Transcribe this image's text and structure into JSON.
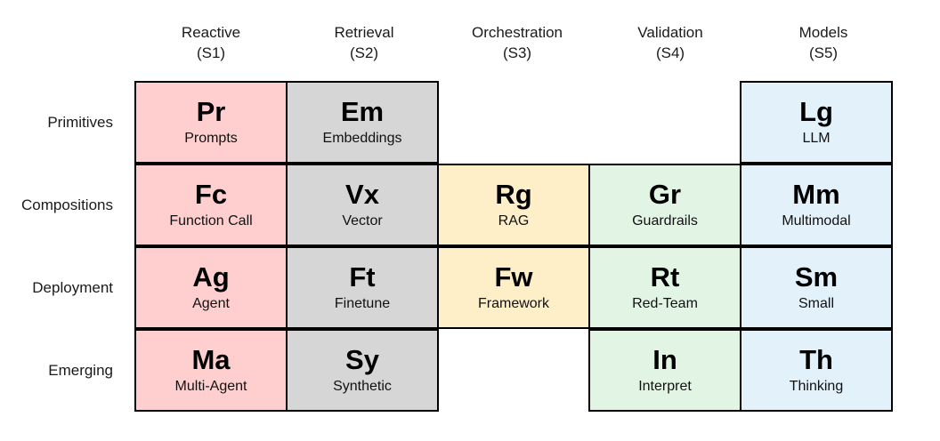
{
  "columns": [
    {
      "name": "Reactive",
      "code": "(S1)",
      "color": "#FFCFCF"
    },
    {
      "name": "Retrieval",
      "code": "(S2)",
      "color": "#D6D6D6"
    },
    {
      "name": "Orchestration",
      "code": "(S3)",
      "color": "#FFEFC9"
    },
    {
      "name": "Validation",
      "code": "(S4)",
      "color": "#E2F5E4"
    },
    {
      "name": "Models",
      "code": "(S5)",
      "color": "#E3F1FB"
    }
  ],
  "rows": [
    {
      "label": "Primitives"
    },
    {
      "label": "Compositions"
    },
    {
      "label": "Deployment"
    },
    {
      "label": "Emerging"
    }
  ],
  "cells": {
    "r0c0": {
      "symbol": "Pr",
      "name": "Prompts"
    },
    "r0c1": {
      "symbol": "Em",
      "name": "Embeddings"
    },
    "r0c2": {
      "symbol": "",
      "name": ""
    },
    "r0c3": {
      "symbol": "",
      "name": ""
    },
    "r0c4": {
      "symbol": "Lg",
      "name": "LLM"
    },
    "r1c0": {
      "symbol": "Fc",
      "name": "Function Call"
    },
    "r1c1": {
      "symbol": "Vx",
      "name": "Vector"
    },
    "r1c2": {
      "symbol": "Rg",
      "name": "RAG"
    },
    "r1c3": {
      "symbol": "Gr",
      "name": "Guardrails"
    },
    "r1c4": {
      "symbol": "Mm",
      "name": "Multimodal"
    },
    "r2c0": {
      "symbol": "Ag",
      "name": "Agent"
    },
    "r2c1": {
      "symbol": "Ft",
      "name": "Finetune"
    },
    "r2c2": {
      "symbol": "Fw",
      "name": "Framework"
    },
    "r2c3": {
      "symbol": "Rt",
      "name": "Red-Team"
    },
    "r2c4": {
      "symbol": "Sm",
      "name": "Small"
    },
    "r3c0": {
      "symbol": "Ma",
      "name": "Multi-Agent"
    },
    "r3c1": {
      "symbol": "Sy",
      "name": "Synthetic"
    },
    "r3c2": {
      "symbol": "",
      "name": ""
    },
    "r3c3": {
      "symbol": "In",
      "name": "Interpret"
    },
    "r3c4": {
      "symbol": "Th",
      "name": "Thinking"
    }
  },
  "empty_cells": [
    "r0c2",
    "r0c3",
    "r3c2"
  ],
  "palette": {
    "border": "#000000",
    "background": "#FFFFFF",
    "text": "#111111"
  }
}
